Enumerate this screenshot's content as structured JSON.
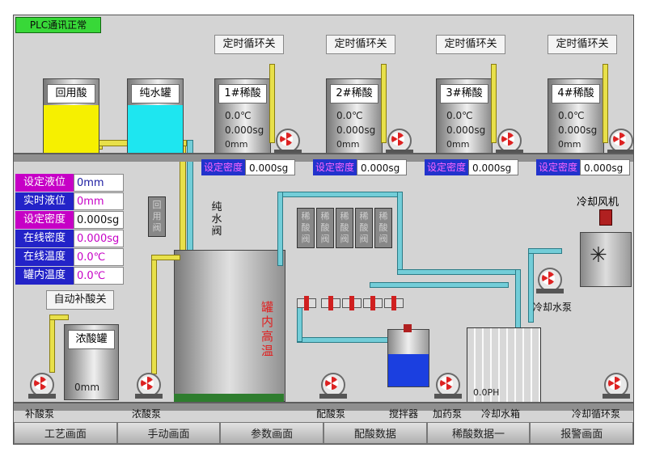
{
  "plc_status": "PLC通讯正常",
  "cycle_switch_label": "定时循环关",
  "tanks": {
    "recycle_acid": "回用酸",
    "pure_water": "纯水罐",
    "dilute": [
      {
        "name": "1#稀酸",
        "temp": "0.0℃",
        "density": "0.000sg",
        "level": "0mm",
        "set_density": "0.000sg"
      },
      {
        "name": "2#稀酸",
        "temp": "0.0℃",
        "density": "0.000sg",
        "level": "0mm",
        "set_density": "0.000sg"
      },
      {
        "name": "3#稀酸",
        "temp": "0.0℃",
        "density": "0.000sg",
        "level": "0mm",
        "set_density": "0.000sg"
      },
      {
        "name": "4#稀酸",
        "temp": "0.0℃",
        "density": "0.000sg",
        "level": "0mm",
        "set_density": "0.000sg"
      }
    ],
    "conc_acid": {
      "name": "浓酸罐",
      "level": "0mm"
    }
  },
  "set_density_label": "设定密度",
  "params": [
    {
      "label": "设定液位",
      "value": "0mm"
    },
    {
      "label": "实时液位",
      "value": "0mm"
    },
    {
      "label": "设定密度",
      "value": "0.000sg"
    },
    {
      "label": "在线密度",
      "value": "0.000sg"
    },
    {
      "label": "在线温度",
      "value": "0.0℃"
    },
    {
      "label": "罐内温度",
      "value": "0.0℃"
    }
  ],
  "auto_refill_label": "自动补酸关",
  "valves": {
    "recycle_valve": "回用阀",
    "pure_water_valve": "纯水阀",
    "group": [
      "稀酸阀",
      "稀酸阀",
      "稀酸阀",
      "稀酸阀",
      "稀酸阀"
    ]
  },
  "main_tank_label": "罐内高温",
  "cooling_fan": "冷却风机",
  "cooling_pump": "冷却水泵",
  "cooling_tank": {
    "name": "冷却水箱",
    "level": "0.0PH"
  },
  "pumps": {
    "refill": "补酸泵",
    "conc": "浓酸泵",
    "mixing": "配酸泵",
    "stirrer": "搅拌器",
    "dosing": "加药泵",
    "cooling_circ": "冷却循环泵"
  },
  "nav": [
    "工艺画面",
    "手动画面",
    "参数画面",
    "配酸数据",
    "稀酸数据一",
    "报警画面"
  ],
  "colors": {
    "recycle_fill": "#f6f000",
    "water_fill": "#1ee6f0",
    "stirrer_fill": "#1b3fe0",
    "yellow_pipe": "#e8e04a",
    "cyan_pipe": "#73cdd8",
    "plc_ok": "#38d838"
  }
}
